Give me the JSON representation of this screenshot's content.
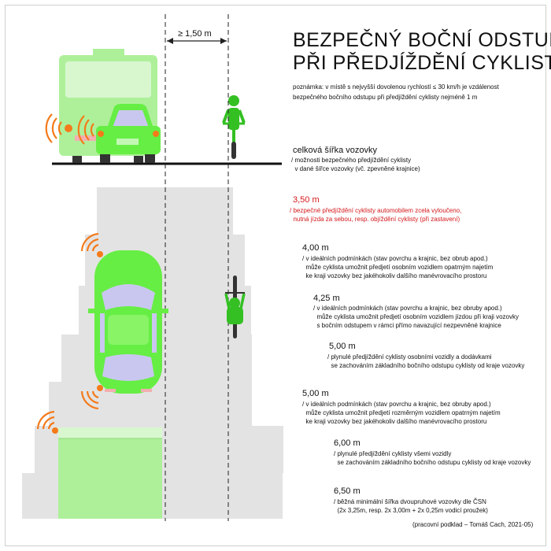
{
  "title_line1": "BEZPEČNÝ BOČNÍ ODSTUP",
  "title_line2": "PŘI PŘEDJÍŽDĚNÍ CYKLISTY",
  "note_line1": "poznámka: v místě s nejvyšší dovolenou rychlostí ≤ 30 km/h je vzdálenost",
  "note_line2": "bezpečného bočního odstupu při předjíždění cyklisty nejméně 1 m",
  "dimension_label": "≥ 1,50 m",
  "legend": {
    "heading": "celková šířka vozovky",
    "desc": "/ možnosti bezpečného předjíždění cyklisty\n  v dané šířce vozovky (vč. zpevněné krajnice)"
  },
  "rows": [
    {
      "value": "3,50 m",
      "desc": "/ bezpečné předjíždění cyklisty automobilem zcela vyloučeno,\n  nutná jízda za sebou, resp. objíždění cyklisty (při zastavení)"
    },
    {
      "value": "4,00 m",
      "desc": "/ v ideálních podmínkách (stav povrchu a krajnic, bez obrub apod.)\n  může cyklista umožnit předjetí osobním vozidlem opatrným najetím\n  ke kraji vozovky bez jakéhokoliv dalšího manévrovacího prostoru"
    },
    {
      "value": "4,25 m",
      "desc": "/ v ideálních podmínkách (stav povrchu a krajnic, bez obruby apod.)\n  může cyklista umožnit předjetí osobním vozidlem jízdou při kraji vozovky\n  s bočním odstupem v rámci přímo navazující nezpevněné krajnice"
    },
    {
      "value": "5,00 m",
      "desc": "/ plynulé předjíždění cyklisty osobními vozidly a dodávkami\n  se zachováním základního bočního odstupu cyklisty od kraje vozovky"
    },
    {
      "value": "5,00 m",
      "desc": "/ v ideálních podmínkách (stav povrchu a krajnic, bez obruby apod.)\n  může cyklista umožnit předjetí rozměrným vozidlem opatrným najetím\n  ke kraji vozovky bez jakéhokoliv dalšího manévrovacího prostoru"
    },
    {
      "value": "6,00 m",
      "desc": "/ plynulé předjíždění cyklisty všemi vozidly\n  se zachováním základního bočního odstupu cyklisty od kraje vozovky"
    },
    {
      "value": "6,50 m",
      "desc": "/ běžná minimální šířka dvoupruhové vozovky dle ČSN\n  (2x 3,25m, resp. 2x 3,00m + 2x 0,25m vodicí proužek)"
    }
  ],
  "credit": "(pracovní podklad – Tomáš Cach, 2021-05)",
  "colors": {
    "vehicle_green": "#66ee44",
    "vehicle_green_dark": "#3fcf2a",
    "bus_green": "#aef09a",
    "road_gray": "#e3e3e3",
    "signal_orange": "#f47a1a",
    "warning_red": "#d4181b",
    "cyclist_green": "#34c023",
    "window_lavender": "#c9c7ef"
  }
}
